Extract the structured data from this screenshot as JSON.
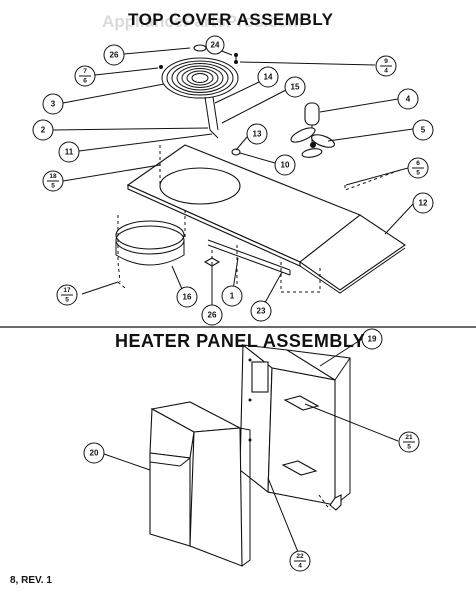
{
  "watermark": "AppliancePartsPros.com",
  "titles": {
    "top": "TOP COVER ASSEMBLY",
    "bottom": "HEATER PANEL ASSEMBLY"
  },
  "footer": "8, REV. 1",
  "callouts": {
    "p24": "24",
    "p26a": "26",
    "p7": {
      "num": "7",
      "den": "6"
    },
    "p9": {
      "num": "9",
      "den": "4"
    },
    "p3": "3",
    "p14": "14",
    "p15": "15",
    "p4": "4",
    "p2": "2",
    "p13": "13",
    "p5": "5",
    "p11": "11",
    "p10": "10",
    "p18": {
      "num": "18",
      "den": "5"
    },
    "p6": {
      "num": "6",
      "den": "5"
    },
    "p12": "12",
    "p17": {
      "num": "17",
      "den": "5"
    },
    "p16": "16",
    "p1": "1",
    "p26b": "26",
    "p23": "23",
    "p19": "19",
    "p20": "20",
    "p21": {
      "num": "21",
      "den": "5"
    },
    "p22": {
      "num": "22",
      "den": "4"
    }
  }
}
